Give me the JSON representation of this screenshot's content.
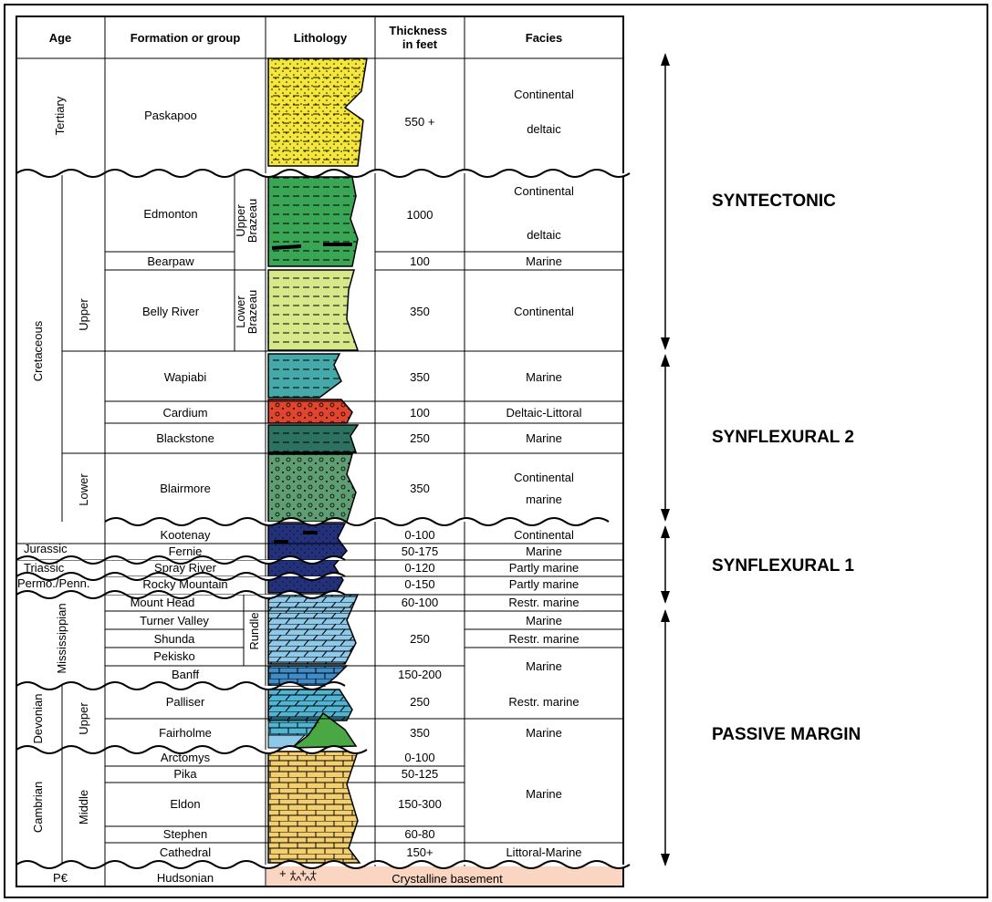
{
  "headers": {
    "age": "Age",
    "formation": "Formation or group",
    "lithology": "Lithology",
    "thickness": "Thickness in feet",
    "facies": "Facies"
  },
  "ages": {
    "tertiary": "Tertiary",
    "cretaceous": "Cretaceous",
    "cret_upper": "Upper",
    "cret_lower": "Lower",
    "jurassic": "Jurassic",
    "triassic": "Triassic",
    "permo": "Permo./Penn.",
    "mississippian": "Mississippian",
    "devonian": "Devonian",
    "dev_upper": "Upper",
    "cambrian": "Cambrian",
    "camb_middle": "Middle",
    "precambrian": "P€"
  },
  "groups": {
    "upper_brazeau": "Upper Brazeau",
    "lower_brazeau": "Lower Brazeau",
    "rundle": "Rundle"
  },
  "formations": [
    {
      "name": "Paskapoo",
      "thickness": "550 +"
    },
    {
      "name": "Edmonton",
      "thickness": "1000"
    },
    {
      "name": "Bearpaw",
      "thickness": "100"
    },
    {
      "name": "Belly River",
      "thickness": "350"
    },
    {
      "name": "Wapiabi",
      "thickness": "350"
    },
    {
      "name": "Cardium",
      "thickness": "100"
    },
    {
      "name": "Blackstone",
      "thickness": "250"
    },
    {
      "name": "Blairmore",
      "thickness": "350"
    },
    {
      "name": "Kootenay",
      "thickness": "0-100"
    },
    {
      "name": "Fernie",
      "thickness": "50-175"
    },
    {
      "name": "Spray River",
      "thickness": "0-120"
    },
    {
      "name": "Rocky Mountain",
      "thickness": "0-150"
    },
    {
      "name": "Mount Head",
      "thickness": "60-100"
    },
    {
      "name": "Turner Valley",
      "thickness": ""
    },
    {
      "name": "Shunda",
      "thickness": "250"
    },
    {
      "name": "Pekisko",
      "thickness": ""
    },
    {
      "name": "Banff",
      "thickness": "150-200"
    },
    {
      "name": "Palliser",
      "thickness": "250"
    },
    {
      "name": "Fairholme",
      "thickness": "350"
    },
    {
      "name": "Arctomys",
      "thickness": "0-100"
    },
    {
      "name": "Pika",
      "thickness": "50-125"
    },
    {
      "name": "Eldon",
      "thickness": "150-300"
    },
    {
      "name": "Stephen",
      "thickness": "60-80"
    },
    {
      "name": "Cathedral",
      "thickness": "150+"
    },
    {
      "name": "Hudsonian",
      "thickness": ""
    }
  ],
  "facies": {
    "continental_deltaic_1": "Continental",
    "continental_deltaic_2": "deltaic",
    "edmonton_1": "Continental",
    "edmonton_2": "deltaic",
    "bearpaw": "Marine",
    "belly_river": "Continental",
    "wapiabi": "Marine",
    "cardium": "Deltaic-Littoral",
    "blackstone": "Marine",
    "blairmore_1": "Continental",
    "blairmore_2": "marine",
    "kootenay": "Continental",
    "fernie": "Marine",
    "spray": "Partly marine",
    "rocky": "Partly marine",
    "mount_head": "Restr. marine",
    "turner": "Marine",
    "shunda": "Restr. marine",
    "pekisko_banff": "Marine",
    "palliser": "Restr. marine",
    "fairholme": "Marine",
    "cambrian": "Marine",
    "cathedral": "Littoral-Marine",
    "basement": "Crystalline basement"
  },
  "phases": {
    "syntectonic": "SYNTECTONIC",
    "synflexural2": "SYNFLEXURAL 2",
    "synflexural1": "SYNFLEXURAL 1",
    "passive": "PASSIVE MARGIN"
  },
  "colors": {
    "paskapoo": "#f5e63c",
    "edmonton": "#3aa655",
    "belly_river": "#d6e88a",
    "wapiabi": "#45a9a9",
    "cardium": "#e2452e",
    "blackstone": "#2d7260",
    "blairmore": "#5f9e73",
    "jurassic": "#23307a",
    "mississippian": "#8ec9ea",
    "banff": "#3f8dc8",
    "palliser": "#4fb5d2",
    "fairholme_reef": "#4aa844",
    "cambrian": "#f3cf6f",
    "basement": "#f9d5c2"
  }
}
